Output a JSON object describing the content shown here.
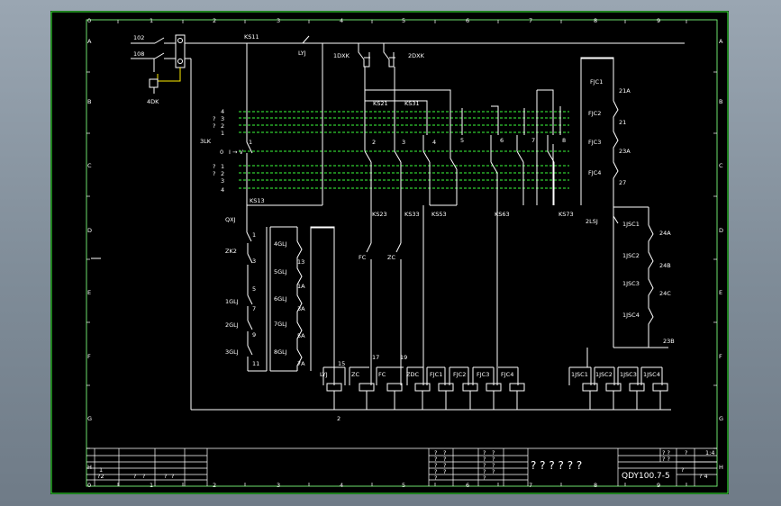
{
  "drawing": {
    "column_labels": [
      "0",
      "1",
      "2",
      "3",
      "4",
      "5",
      "6",
      "7",
      "8",
      "9"
    ],
    "row_labels": [
      "A",
      "B",
      "C",
      "D",
      "E",
      "F",
      "G",
      "H"
    ],
    "frame_color": "#3cff3c",
    "wire_color": "#ffffff",
    "dashed_color": "#3cff3c"
  },
  "top_bus": {
    "left_labels": [
      "102",
      "108"
    ],
    "relay_4dk": "4DK",
    "bus_label": "KS11",
    "lyj_contact": "LYJ",
    "contact_1": "1DXK",
    "contact_2": "2DXK"
  },
  "switch_3lk": {
    "name": "3LK",
    "positions_top": [
      "4",
      "3",
      "2",
      "1"
    ],
    "positions_bottom": [
      "1",
      "2",
      "3",
      "4"
    ],
    "marks": [
      "?",
      "?",
      "?",
      "?"
    ],
    "zero": "0",
    "arrow": "I → V",
    "ks_top": [
      "KS21",
      "KS31"
    ],
    "ks_bottom": [
      "KS13",
      "KS23",
      "KS33",
      "KS53",
      "KS63",
      "KS73"
    ],
    "terminal_nums": [
      "1",
      "2",
      "3",
      "4",
      "5",
      "6",
      "7",
      "8"
    ]
  },
  "left_chain": {
    "labels": [
      "QXJ",
      "ZK2",
      "1GLJ",
      "2GLJ",
      "3GLJ"
    ],
    "nums": [
      "1",
      "3",
      "5",
      "7",
      "9",
      "11"
    ]
  },
  "middle_chain": {
    "labels": [
      "4GLJ",
      "5GLJ",
      "6GLJ",
      "7GLJ",
      "8GLJ"
    ],
    "nums": [
      "13",
      "1A",
      "3A",
      "5A",
      "7A"
    ]
  },
  "fc_zc": [
    "FC",
    "ZC"
  ],
  "right_chain": {
    "labels": [
      "FJC1",
      "FJC2",
      "FJC3",
      "FJC4"
    ],
    "nums": [
      "21A",
      "21",
      "23A",
      "27"
    ]
  },
  "right_lower": {
    "head": "2LSJ",
    "labels": [
      "1JSC1",
      "1JSC2",
      "1JSC3",
      "1JSC4"
    ],
    "nums": [
      "24A",
      "24B",
      "24C",
      "23B"
    ]
  },
  "coils": {
    "labels": [
      "LYJ",
      "ZC",
      "FC",
      "ZDC",
      "FJC1",
      "FJC2",
      "FJC3",
      "FJC4",
      "1JSC1",
      "1JSC2",
      "1JSC3",
      "1JSC4"
    ],
    "nums": [
      "15",
      "17",
      "19"
    ],
    "bottom_num": "2"
  },
  "title_block": {
    "drawing_no": "QDY100.7-5",
    "title_text": "? ? ? ? ? ?",
    "small_marks": [
      "?",
      "?",
      "?",
      "?",
      "?",
      "?",
      "?",
      "?",
      "?",
      "?",
      "?",
      "?",
      "?",
      "?",
      "?",
      "?",
      "?",
      "?"
    ],
    "left_cells": [
      "1",
      "?2",
      "?",
      "?",
      "?",
      "?"
    ],
    "right_cells": [
      "? ?",
      "?",
      "? ?",
      "1:4",
      "?",
      "? 4"
    ]
  }
}
